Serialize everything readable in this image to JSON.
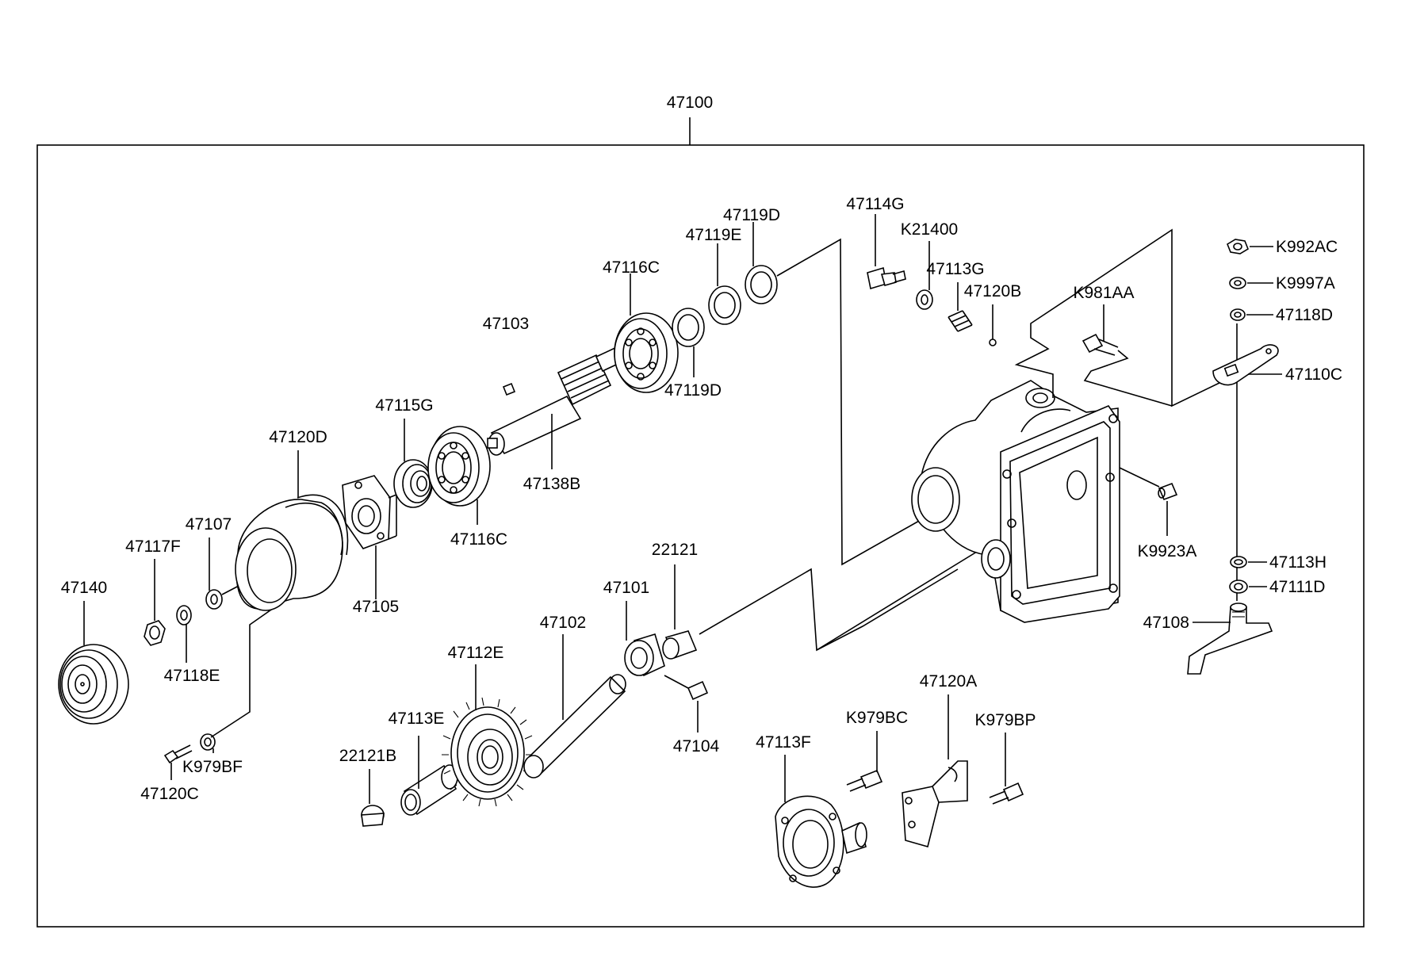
{
  "assembly_label": "47100",
  "labels": {
    "l47140": "47140",
    "l47117F": "47117F",
    "l47107": "47107",
    "l47118E": "47118E",
    "l47120D": "47120D",
    "l47120C": "47120C",
    "lK979BF": "K979BF",
    "l47105": "47105",
    "l47115G": "47115G",
    "l47116C_a": "47116C",
    "l47103": "47103",
    "l47138B": "47138B",
    "l47116C_b": "47116C",
    "l47119E": "47119E",
    "l47119D_a": "47119D",
    "l47119D_b": "47119D",
    "l47114G": "47114G",
    "lK21400": "K21400",
    "l47113G": "47113G",
    "l47120B": "47120B",
    "lK981AA": "K981AA",
    "lK9923A": "K9923A",
    "lK992AC": "K992AC",
    "lK9997A": "K9997A",
    "l47118D": "47118D",
    "l47110C": "47110C",
    "l47113H": "47113H",
    "l47111D": "47111D",
    "l47108": "47108",
    "l22121": "22121",
    "l47101": "47101",
    "l47102": "47102",
    "l47104": "47104",
    "l47112E": "47112E",
    "l47113E": "47113E",
    "l22121B": "22121B",
    "l47113F": "47113F",
    "lK979BC": "K979BC",
    "l47120A": "47120A",
    "lK979BP": "K979BP"
  }
}
